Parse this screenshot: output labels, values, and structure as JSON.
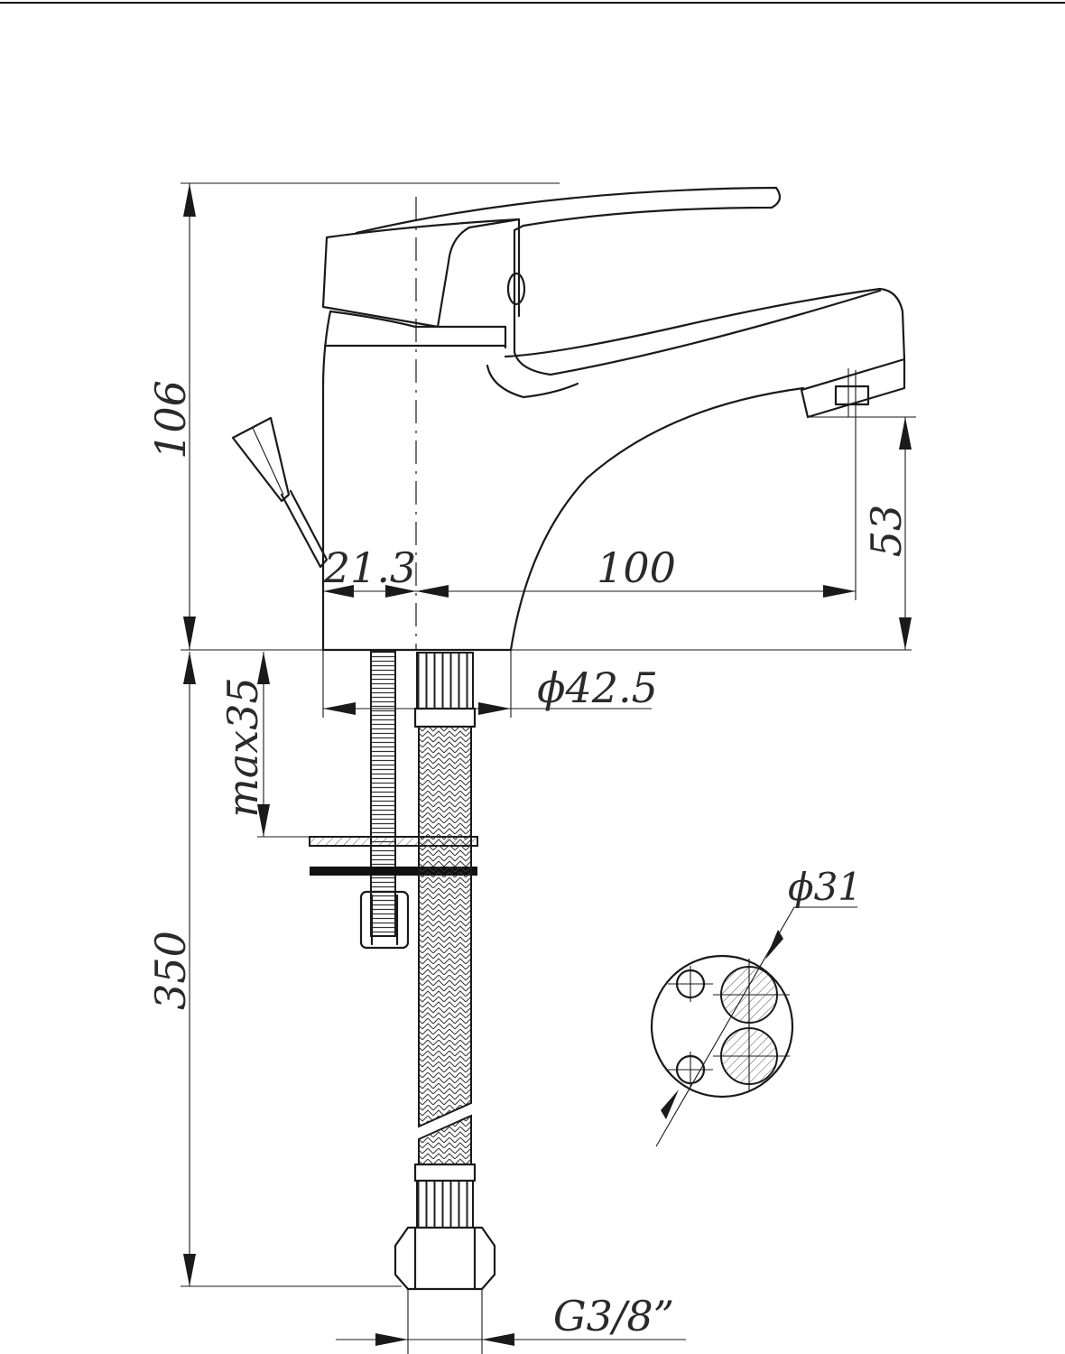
{
  "drawing": {
    "dimensions": {
      "total_height": "106",
      "spout_height": "53",
      "lever_offset": "21.3",
      "spout_reach": "100",
      "base_diameter": "ϕ42.5",
      "max_thickness": "max35",
      "hose_length": "350",
      "hole_diameter": "ϕ31",
      "thread": "G3/8”"
    }
  }
}
